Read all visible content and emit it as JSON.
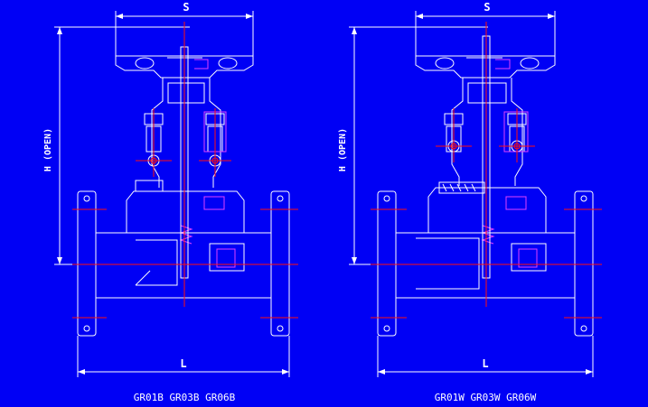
{
  "colors": {
    "background": "#0000f5",
    "outline": "#ffffff",
    "centerline": "#ff1010",
    "detail": "#e040ff"
  },
  "views": [
    {
      "dim_s": "S",
      "dim_h": "H (OPEN)",
      "dim_l": "L",
      "caption": "GR01B  GR03B  GR06B"
    },
    {
      "dim_s": "S",
      "dim_h": "H (OPEN)",
      "dim_l": "L",
      "caption": "GR01W  GR03W  GR06W"
    }
  ]
}
